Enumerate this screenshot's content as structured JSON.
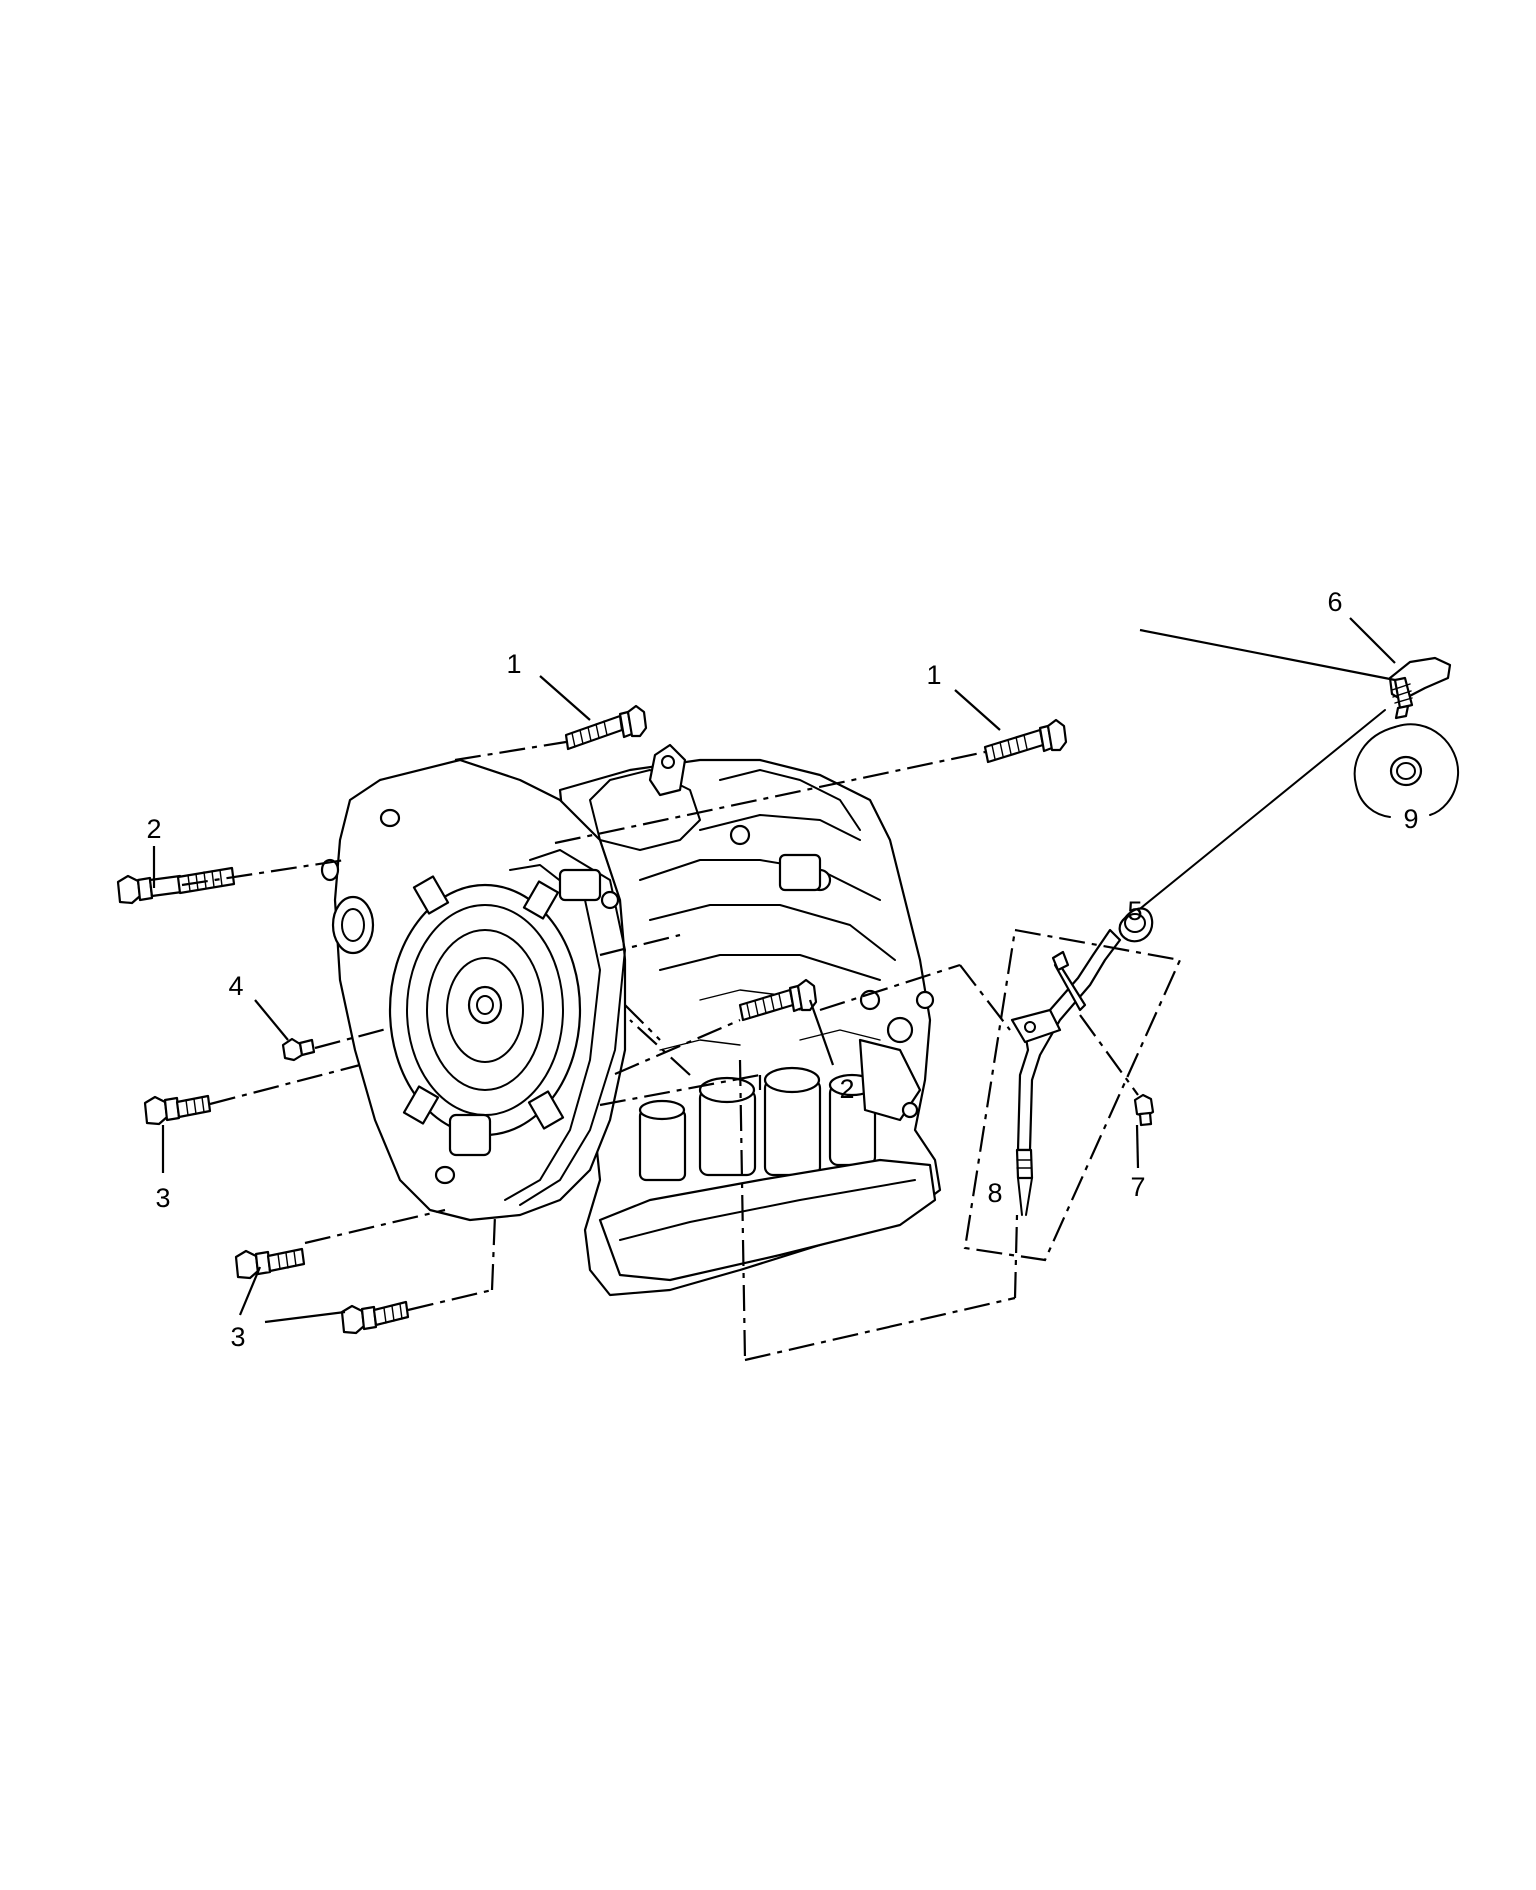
{
  "diagram": {
    "callouts": [
      {
        "id": "c1a",
        "label": "1"
      },
      {
        "id": "c1b",
        "label": "1"
      },
      {
        "id": "c2a",
        "label": "2"
      },
      {
        "id": "c2b",
        "label": "2"
      },
      {
        "id": "c3a",
        "label": "3"
      },
      {
        "id": "c3b",
        "label": "3"
      },
      {
        "id": "c4",
        "label": "4"
      },
      {
        "id": "c5",
        "label": "5"
      },
      {
        "id": "c6",
        "label": "6"
      },
      {
        "id": "c7",
        "label": "7"
      },
      {
        "id": "c8",
        "label": "8"
      },
      {
        "id": "c9",
        "label": "9"
      }
    ],
    "parts": {
      "transaxle": "transaxle-assembly",
      "bolts": "bolt-icon",
      "dipstick": "dipstick-icon",
      "dipstick_tube": "dipstick-tube-icon",
      "o_ring": "o-ring-icon"
    }
  }
}
